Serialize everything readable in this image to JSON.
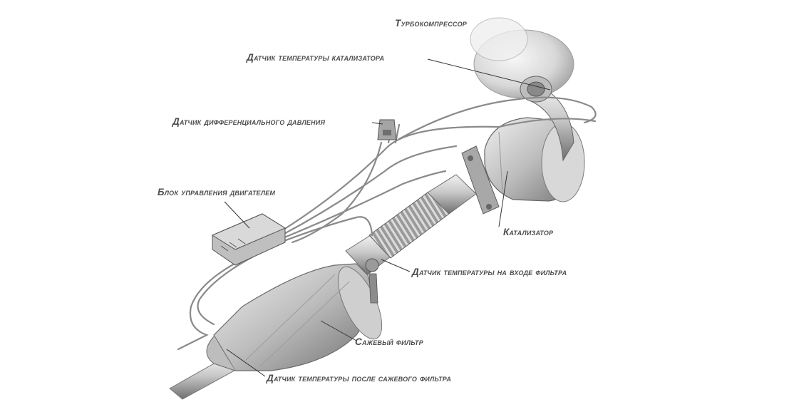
{
  "labels": {
    "turbo": "Турбокомпрессор",
    "cat_temp_sensor": "Датчик температуры катализатора",
    "diff_pressure_sensor": "Датчик дифференциального давления",
    "ecu": "Блок управления двигателем",
    "catalyst": "Катализатор",
    "filter_inlet_temp_sensor": "Датчик температуры на входе фильтра",
    "soot_filter": "Сажевый фильтр",
    "after_filter_temp_sensor": "Датчик температуры после сажевого фильтра"
  },
  "colors": {
    "label_text": "#4d4d4d",
    "metal_light": "#e6e6e6",
    "metal_mid": "#b4b4b4",
    "metal_dark": "#6e6e6e",
    "wire": "#8a8a8a",
    "leader": "#333333"
  }
}
